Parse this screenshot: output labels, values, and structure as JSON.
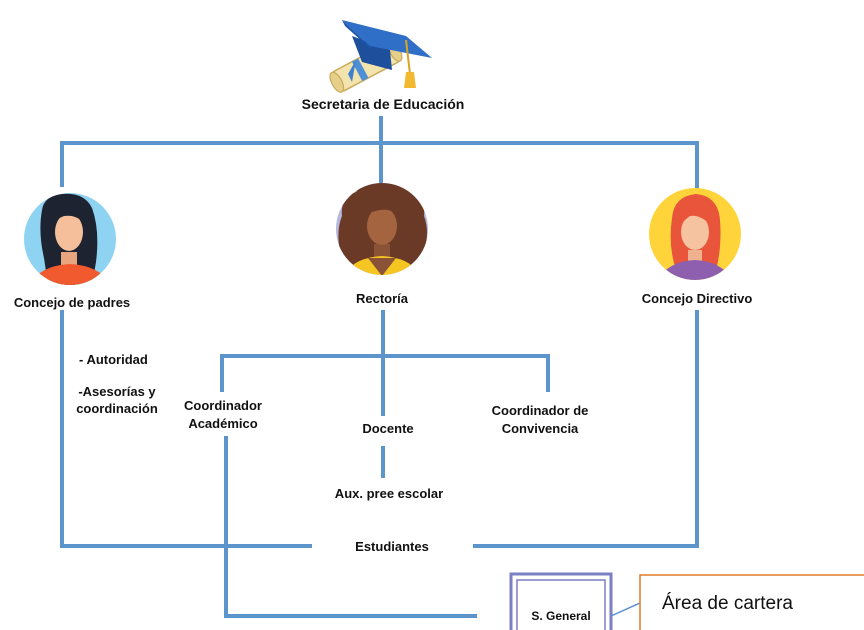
{
  "title": "Secretaria de Educación",
  "colors": {
    "connector": "#5b95cc",
    "callout_border": "#e07b2a",
    "sgeneral_border": "#7b7fc4",
    "avatar_left_bg": "#8fd3f2",
    "avatar_center_bg": "#b5b6dc",
    "avatar_right_bg": "#ffd43a"
  },
  "icons": {
    "top": "graduation-cap-icon",
    "left": "woman-avatar-icon",
    "center": "woman-curly-hair-avatar-icon",
    "right": "woman-red-hair-avatar-icon"
  },
  "nodes": {
    "concejo_padres": "Concejo de padres",
    "rectoria": "Rectoría",
    "concejo_directivo": "Concejo Directivo",
    "autoridad": "- Autoridad",
    "asesorias_line1": "-Asesorías y",
    "asesorias_line2": "coordinación",
    "coord_academico_line1": "Coordinador",
    "coord_academico_line2": "Académico",
    "docente": "Docente",
    "coord_convivencia_line1": "Coordinador de",
    "coord_convivencia_line2": "Convivencia",
    "aux_preescolar": "Aux. pree escolar",
    "estudiantes": "Estudiantes",
    "s_general": "S. General"
  },
  "callout": {
    "text": "Área de cartera"
  }
}
